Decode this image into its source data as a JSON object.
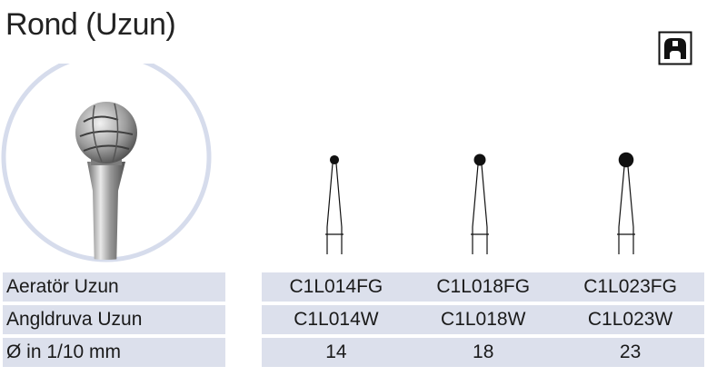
{
  "title": "Rond (Uzun)",
  "icons": {
    "top_right": "handpiece-grip-icon"
  },
  "columns": [
    {
      "id": "014",
      "head_diameter": 14
    },
    {
      "id": "018",
      "head_diameter": 18
    },
    {
      "id": "023",
      "head_diameter": 23
    }
  ],
  "rows": [
    {
      "label": "Aeratör Uzun",
      "values": [
        "C1L014FG",
        "C1L018FG",
        "C1L023FG"
      ]
    },
    {
      "label": "Angldruva Uzun",
      "values": [
        "C1L014W",
        "C1L018W",
        "C1L023W"
      ]
    },
    {
      "label": "Ø in 1/10 mm",
      "values": [
        "14",
        "18",
        "23"
      ]
    }
  ],
  "colors": {
    "row_band": "#dce0ec",
    "ring": "#d6dcec"
  }
}
